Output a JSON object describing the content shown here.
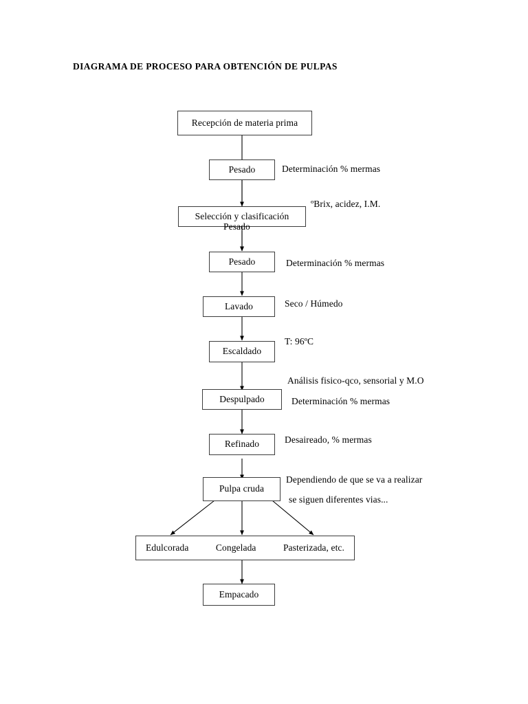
{
  "title": "DIAGRAMA DE PROCESO PARA OBTENCIÓN DE PULPAS",
  "colors": {
    "page_background": "#ffffff",
    "text": "#000000",
    "box_border": "#3b3b3b",
    "connector": "#000000"
  },
  "flow": {
    "nodes": [
      {
        "id": "recepcion",
        "label": "Recepción de materia prima"
      },
      {
        "id": "pesado1",
        "label": "Pesado"
      },
      {
        "id": "seleccion",
        "label": "Selección y clasificación"
      },
      {
        "id": "pesado2",
        "label": "Pesado"
      },
      {
        "id": "lavado",
        "label": "Lavado"
      },
      {
        "id": "escaldado",
        "label": "Escaldado"
      },
      {
        "id": "despulpado",
        "label": "Despulpado"
      },
      {
        "id": "refinado",
        "label": "Refinado"
      },
      {
        "id": "pulpacruda",
        "label": "Pulpa cruda"
      },
      {
        "id": "empacado",
        "label": "Empacado"
      }
    ],
    "branch_box": {
      "id": "vias",
      "options": [
        {
          "id": "edulcorada",
          "label": "Edulcorada"
        },
        {
          "id": "congelada",
          "label": "Congelada"
        },
        {
          "id": "pasterizada",
          "label": "Pasterizada, etc."
        }
      ]
    },
    "stray_text": "Pesado"
  },
  "annotations": [
    {
      "id": "ann-pesado1",
      "text": "Determinación % mermas"
    },
    {
      "id": "ann-seleccion",
      "text": "ºBrix, acidez, I.M."
    },
    {
      "id": "ann-pesado2",
      "text": "Determinación % mermas"
    },
    {
      "id": "ann-lavado",
      "text": "Seco / Húmedo"
    },
    {
      "id": "ann-escaldado",
      "text": "T: 96ºC"
    },
    {
      "id": "ann-despulpado-1",
      "text": "Análisis fisico-qco, sensorial y M.O"
    },
    {
      "id": "ann-despulpado-2",
      "text": "Determinación % mermas"
    },
    {
      "id": "ann-refinado",
      "text": "Desaireado, % mermas"
    },
    {
      "id": "ann-pulpa-1",
      "text": "Dependiendo de que se va a realizar"
    },
    {
      "id": "ann-pulpa-2",
      "text": "se siguen diferentes vias..."
    }
  ]
}
